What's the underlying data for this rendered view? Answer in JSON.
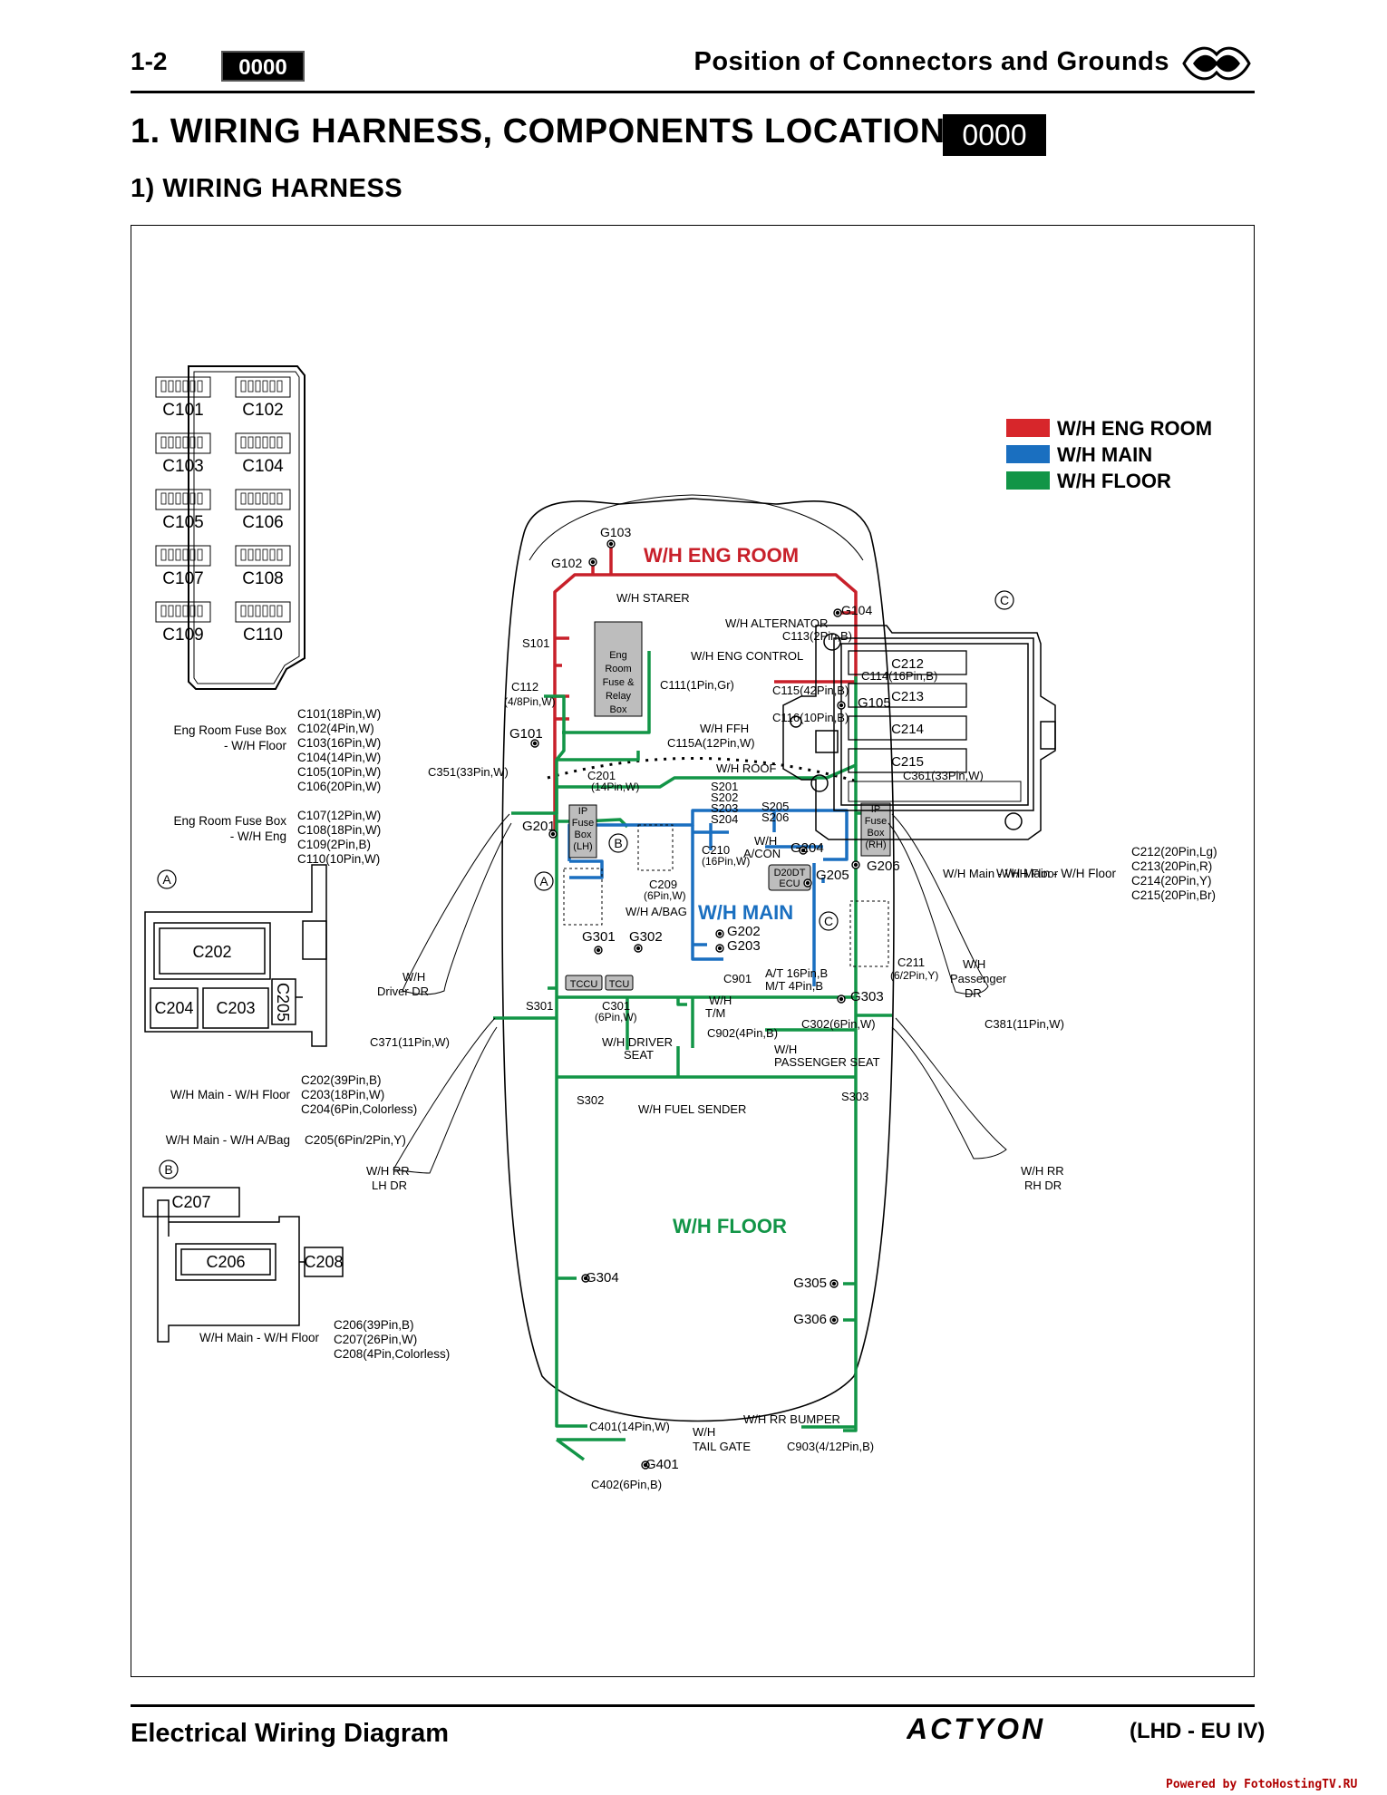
{
  "header": {
    "page_number": "1-2",
    "code": "0000",
    "title": "Position of Connectors and Grounds"
  },
  "section": {
    "title": "1. WIRING HARNESS, COMPONENTS LOCATION",
    "code": "0000",
    "subtitle": "1)  WIRING  HARNESS"
  },
  "legend": [
    {
      "label": "W/H ENG ROOM",
      "color": "#d7262b"
    },
    {
      "label": "W/H MAIN",
      "color": "#1a6fc0"
    },
    {
      "label": "W/H FLOOR",
      "color": "#129547"
    }
  ],
  "harness_colors": {
    "eng_room": "#c8202a",
    "main": "#1a6fc0",
    "floor": "#129547"
  },
  "zones": {
    "eng_room": "W/H ENG ROOM",
    "main": "W/H MAIN",
    "floor": "W/H FLOOR"
  },
  "fuse_box_connectors": [
    "C101",
    "C102",
    "C103",
    "C104",
    "C105",
    "C106",
    "C107",
    "C108",
    "C109",
    "C110"
  ],
  "fuse_box_groups": [
    {
      "label": "Eng Room Fuse Box\n- W/H Floor",
      "items": [
        "C101(18Pin,W)",
        "C102(4Pin,W)",
        "C103(16Pin,W)",
        "C104(14Pin,W)",
        "C105(10Pin,W)",
        "C106(20Pin,W)"
      ]
    },
    {
      "label": "Eng Room Fuse Box\n- W/H Eng",
      "items": [
        "C107(12Pin,W)",
        "C108(18Pin,W)",
        "C109(2Pin,B)",
        "C110(10Pin,W)"
      ]
    }
  ],
  "detail_a": {
    "marker": "A",
    "connectors": [
      "C202",
      "C203",
      "C204",
      "C205"
    ],
    "groups": [
      {
        "label": "W/H Main - W/H Floor",
        "items": [
          "C202(39Pin,B)",
          "C203(18Pin,W)",
          "C204(6Pin,Colorless)"
        ]
      },
      {
        "label": "W/H Main - W/H A/Bag",
        "items": [
          "C205(6Pin/2Pin,Y)"
        ]
      }
    ]
  },
  "detail_b": {
    "marker": "B",
    "connectors": [
      "C207",
      "C206",
      "C208"
    ],
    "groups": [
      {
        "label": "W/H Main - W/H Floor",
        "items": [
          "C206(39Pin,B)",
          "C207(26Pin,W)",
          "C208(4Pin,Colorless)"
        ]
      }
    ]
  },
  "detail_c": {
    "marker": "C",
    "connectors": [
      "C212",
      "C213",
      "C214",
      "C215"
    ],
    "groups": [
      {
        "label": "W/H Main - W/H Floor",
        "items": [
          "C212(20Pin,Lg)",
          "C213(20Pin,R)",
          "C214(20Pin,Y)",
          "C215(20Pin,Br)"
        ]
      }
    ]
  },
  "eng_room_labels": {
    "g103": "G103",
    "g102": "G102",
    "starter": "W/H STARER",
    "g104": "G104",
    "alternator": "W/H ALTERNATOR",
    "c113": "C113(2Pin,B)",
    "eng_control": "W/H ENG CONTROL",
    "c114": "C114(16Pin,B)",
    "g105": "G105",
    "s101": "S101",
    "fuse_box": "Eng Room Fuse & Relay Box",
    "c111": "C111(1Pin,Gr)",
    "c115": "C115(42Pin,B)",
    "c116": "C116(10Pin,B)",
    "c112": "C112",
    "c112b": "(4/8Pin,W)",
    "g101": "G101",
    "ffh": "W/H FFH",
    "c115a": "C115A(12Pin,W)"
  },
  "main_labels": {
    "c351": "C351(33Pin,W)",
    "w_roof": "W/H ROOF",
    "c201": "C201",
    "c201b": "(14Pin,W)",
    "s201": "S201",
    "s202": "S202",
    "s203": "S203",
    "s204": "S204",
    "s205": "S205",
    "s206": "S206",
    "c361": "C361(33Pin,W)",
    "g201": "G201",
    "ip_lh": "IP Fuse Box (LH)",
    "ip_rh": "IP Fuse Box (RH)",
    "marker_b": "B",
    "marker_a": "A",
    "marker_c": "C",
    "c210": "C210",
    "c210b": "(16Pin,W)",
    "aircon": "W/H A/CON",
    "g204": "G204",
    "g206": "G206",
    "d20dt": "D20DT ECU",
    "g205": "G205",
    "c209": "C209",
    "c209b": "(6Pin,W)",
    "abag": "W/H A/BAG",
    "g202": "G202",
    "g203": "G203",
    "c211": "C211",
    "c211b": "(6/2Pin,Y)"
  },
  "floor_labels": {
    "g301": "G301",
    "g302": "G302",
    "tccu": "TCCU",
    "tcu": "TCU",
    "c901": "C901",
    "c901a": "A/T 16Pin,B",
    "c901b": "M/T 4Pin,B",
    "s301": "S301",
    "c301": "C301",
    "c301b": "(6Pin,W)",
    "w_tm": "W/H T/M",
    "g303": "G303",
    "c302": "C302(6Pin,W)",
    "c371": "C371(11Pin,W)",
    "c381": "C381(11Pin,W)",
    "driver_seat": "W/H DRIVER SEAT",
    "c902": "C902(4Pin,B)",
    "pass_seat": "W/H PASSENGER SEAT",
    "s302": "S302",
    "s303": "S303",
    "fuel": "W/H FUEL SENDER",
    "g304": "G304",
    "g305": "G305",
    "g306": "G306",
    "rr_bumper": "W/H RR BUMPER",
    "c401": "C401(14Pin,W)",
    "tailgate": "W/H TAIL GATE",
    "c903": "C903(4/12Pin,B)",
    "g401": "G401",
    "c402": "C402(6Pin,B)"
  },
  "door_labels": {
    "driver": "W/H Driver DR",
    "passenger": "W/H Passenger DR",
    "rr_lh": "W/H RR LH DR",
    "rr_rh": "W/H RR RH DR",
    "main_floor": "W/H Main - W/H Floor"
  },
  "footer": {
    "title": "Electrical Wiring Diagram",
    "brand": "ACTYON",
    "variant": "(LHD - EU IV)",
    "powered": "Powered by FotoHostingTV.RU"
  }
}
